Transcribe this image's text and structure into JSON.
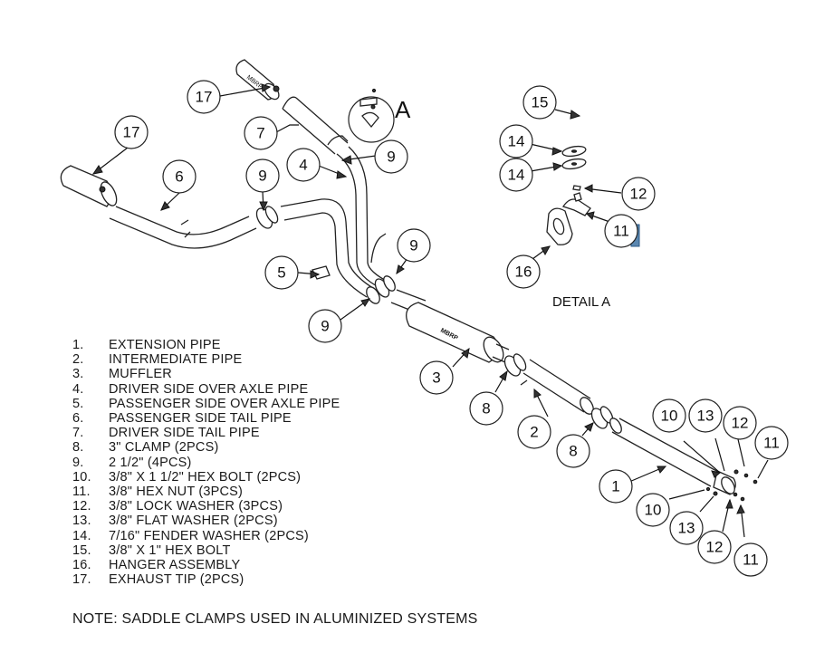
{
  "diagram": {
    "detail_marker": "A",
    "detail_title": "DETAIL A",
    "brand_mark": "MBRP",
    "callouts": {
      "c17a": "17",
      "c7": "7",
      "c9a": "9",
      "c4": "4",
      "c17b": "17",
      "c6": "6",
      "c9b": "9",
      "c5": "5",
      "c9c": "9",
      "c9d": "9",
      "c3": "3",
      "c8a": "8",
      "c2": "2",
      "c8b": "8",
      "c1": "1",
      "c10a": "10",
      "c13a": "13",
      "c12a": "12",
      "c11a": "11",
      "c10b": "10",
      "c13b": "13",
      "c12b": "12",
      "c11b": "11",
      "c15": "15",
      "c14a": "14",
      "c14b": "14",
      "c12c": "12",
      "c11c": "11",
      "c16": "16"
    }
  },
  "legend": [
    {
      "num": "1.",
      "text": "EXTENSION PIPE"
    },
    {
      "num": "2.",
      "text": "INTERMEDIATE PIPE"
    },
    {
      "num": "3.",
      "text": "MUFFLER"
    },
    {
      "num": "4.",
      "text": "DRIVER SIDE OVER AXLE PIPE"
    },
    {
      "num": "5.",
      "text": "PASSENGER SIDE OVER AXLE PIPE"
    },
    {
      "num": "6.",
      "text": "PASSENGER SIDE TAIL PIPE"
    },
    {
      "num": "7.",
      "text": "DRIVER SIDE TAIL PIPE"
    },
    {
      "num": "8.",
      "text": "3\" CLAMP (2PCS)"
    },
    {
      "num": "9.",
      "text": "2 1/2\" (4PCS)"
    },
    {
      "num": "10.",
      "text": "3/8\" X 1 1/2\" HEX BOLT (2PCS)"
    },
    {
      "num": "11.",
      "text": "3/8\" HEX NUT (3PCS)"
    },
    {
      "num": "12.",
      "text": "3/8\" LOCK WASHER (3PCS)"
    },
    {
      "num": "13.",
      "text": "3/8\" FLAT WASHER (2PCS)"
    },
    {
      "num": "14.",
      "text": "7/16\" FENDER WASHER (2PCS)"
    },
    {
      "num": "15.",
      "text": "3/8\" X 1\" HEX BOLT"
    },
    {
      "num": "16.",
      "text": "HANGER ASSEMBLY"
    },
    {
      "num": "17.",
      "text": "EXHAUST TIP (2PCS)"
    }
  ],
  "note": "NOTE: SADDLE CLAMPS USED IN ALUMINIZED SYSTEMS"
}
